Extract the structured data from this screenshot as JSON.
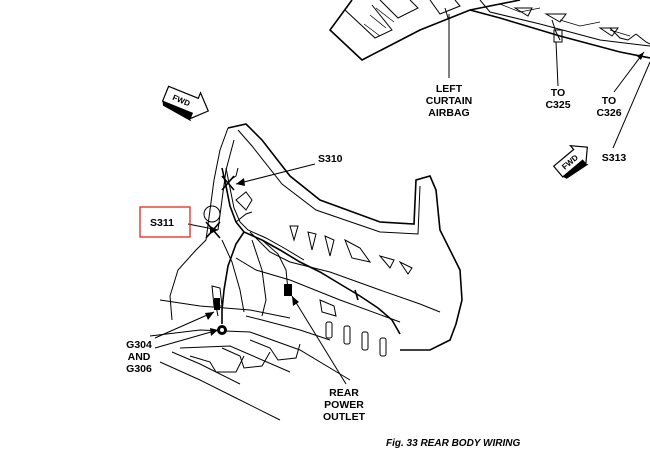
{
  "labels": {
    "left_curtain_airbag": [
      "LEFT",
      "CURTAIN",
      "AIRBAG"
    ],
    "to_c325": [
      "TO",
      "C325"
    ],
    "to_c326": [
      "TO",
      "C326"
    ],
    "s313": "S313",
    "s310": "S310",
    "s311": "S311",
    "g304_g306": [
      "G304",
      "AND",
      "G306"
    ],
    "rear_power_outlet": [
      "REAR",
      "POWER",
      "OUTLET"
    ]
  },
  "fwd_arrows": [
    "FWD",
    "FWD"
  ],
  "caption": "Fig. 33 REAR BODY WIRING",
  "colors": {
    "line": "#000000",
    "highlight_box": "#e8261c",
    "background": "#ffffff"
  }
}
